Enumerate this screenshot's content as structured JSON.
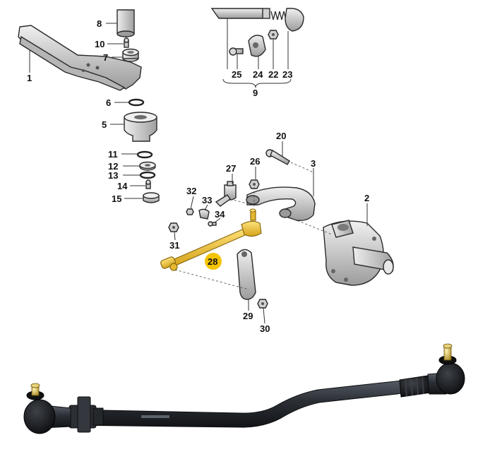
{
  "diagram": {
    "labels": {
      "l1": "1",
      "l2": "2",
      "l3": "3",
      "l5": "5",
      "l6": "6",
      "l7": "7",
      "l8": "8",
      "l9": "9",
      "l10": "10",
      "l11": "11",
      "l12": "12",
      "l13": "13",
      "l14": "14",
      "l15": "15",
      "l20": "20",
      "l22": "22",
      "l23": "23",
      "l24": "24",
      "l25": "25",
      "l26": "26",
      "l27": "27",
      "l28": "28",
      "l29": "29",
      "l30": "30",
      "l31": "31",
      "l32": "32",
      "l33": "33",
      "l34": "34"
    },
    "highlight_part": "28",
    "colors": {
      "part_fill": "#d9d9d9",
      "part_shade": "#a8a8a8",
      "highlight": "#f2c531",
      "highlight_shade": "#c99a12",
      "badge": "#f5c400",
      "photo_rod": "#2c3036",
      "photo_boot": "#151719",
      "photo_stud": "#c9a94a"
    }
  }
}
